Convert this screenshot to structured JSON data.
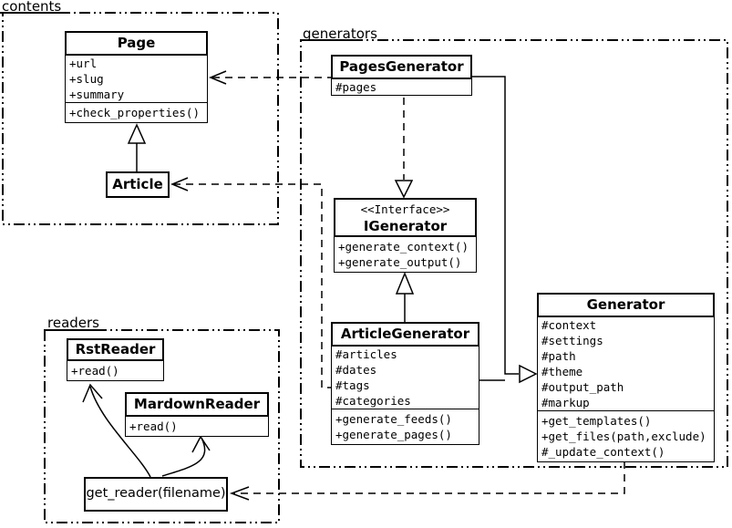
{
  "diagram": {
    "colors": {
      "line": "#000000",
      "background": "#ffffff"
    },
    "packages": {
      "contents": {
        "label": "contents"
      },
      "generators": {
        "label": "generators"
      },
      "readers": {
        "label": "readers"
      }
    },
    "classes": {
      "page": {
        "name": "Page",
        "attributes": [
          "+url",
          "+slug",
          "+summary"
        ],
        "methods": [
          "+check_properties()"
        ]
      },
      "article": {
        "name": "Article"
      },
      "pages_generator": {
        "name": "PagesGenerator",
        "attributes": [
          "#pages"
        ]
      },
      "igenerator": {
        "stereotype": "<<Interface>>",
        "name": "IGenerator",
        "methods": [
          "+generate_context()",
          "+generate_output()"
        ]
      },
      "article_generator": {
        "name": "ArticleGenerator",
        "attributes": [
          "#articles",
          "#dates",
          "#tags",
          "#categories"
        ],
        "methods": [
          "+generate_feeds()",
          "+generate_pages()"
        ]
      },
      "generator": {
        "name": "Generator",
        "attributes": [
          "#context",
          "#settings",
          "#path",
          "#theme",
          "#output_path",
          "#markup"
        ],
        "methods": [
          "+get_templates()",
          "+get_files(path,exclude)",
          "#_update_context()"
        ]
      },
      "rst_reader": {
        "name": "RstReader",
        "methods": [
          "+read()"
        ]
      },
      "mardown_reader": {
        "name": "MardownReader",
        "methods": [
          "+read()"
        ]
      }
    },
    "nodes": {
      "get_reader": {
        "label": "get_reader(filename)"
      }
    },
    "relationships": [
      {
        "from": "Article",
        "to": "Page",
        "type": "inheritance"
      },
      {
        "from": "PagesGenerator",
        "to": "Page",
        "type": "dependency"
      },
      {
        "from": "ArticleGenerator",
        "to": "Article",
        "type": "dependency"
      },
      {
        "from": "PagesGenerator",
        "to": "IGenerator",
        "type": "realization"
      },
      {
        "from": "ArticleGenerator",
        "to": "IGenerator",
        "type": "inheritance"
      },
      {
        "from": "PagesGenerator",
        "to": "Generator",
        "type": "inheritance"
      },
      {
        "from": "ArticleGenerator",
        "to": "Generator",
        "type": "inheritance"
      },
      {
        "from": "Generator",
        "to": "get_reader(filename)",
        "type": "dependency"
      },
      {
        "from": "get_reader(filename)",
        "to": "RstReader",
        "type": "association"
      },
      {
        "from": "get_reader(filename)",
        "to": "MardownReader",
        "type": "association"
      }
    ]
  }
}
